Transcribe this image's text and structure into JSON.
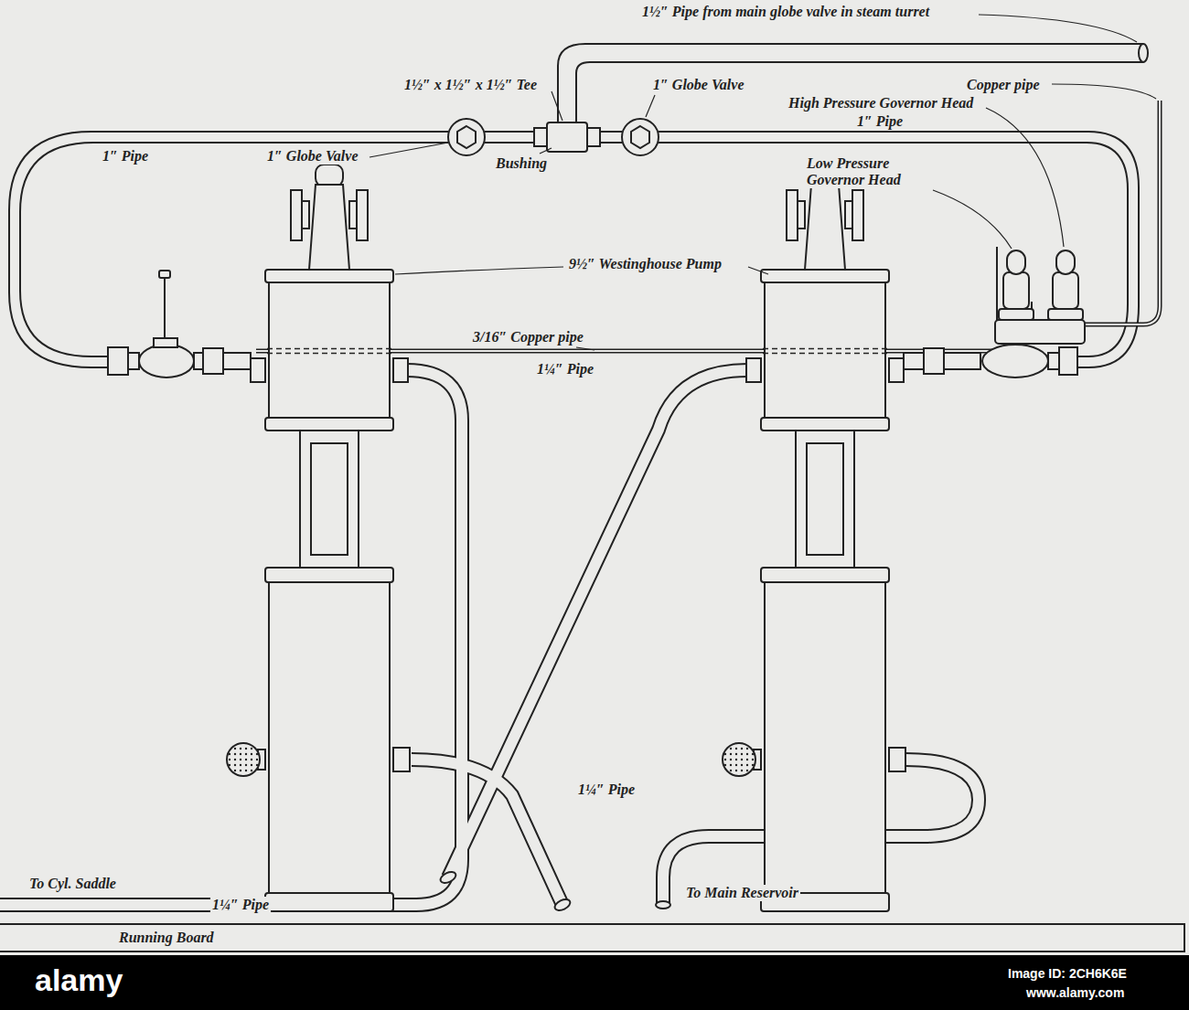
{
  "diagram": {
    "nodes": [
      {
        "text": [
          "Running Board"
        ]
      }
    ],
    "labels": [
      "1½″ Pipe from main globe valve in steam turret",
      "1½″ x 1½″ x 1½″ Tee",
      "1″ Globe Valve",
      "Copper pipe",
      "High Pressure Governor Head",
      "1″ Pipe",
      "1″ Pipe",
      "1″ Globe Valve",
      "Bushing",
      "Low Pressure Governor Head",
      "9½″ Westinghouse Pump",
      "3/16″ Copper pipe",
      "1¼″ Pipe",
      "1¼″ Pipe",
      "To Cyl. Saddle",
      "1¼″ Pipe",
      "To Main Reservoir",
      "alamy",
      "Image ID: 2CH6K6E",
      "www.alamy.com"
    ]
  }
}
